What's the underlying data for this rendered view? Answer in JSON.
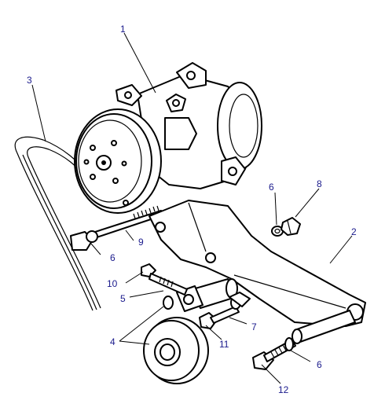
{
  "labels": {
    "l1": "1",
    "l2": "2",
    "l3": "3",
    "l4": "4",
    "l5": "5",
    "l6a": "6",
    "l6b": "6",
    "l6c": "6",
    "l7": "7",
    "l8": "8",
    "l9": "9",
    "l10": "10",
    "l11": "11",
    "l12": "12"
  },
  "colors": {
    "label_text": "#1a1a8c",
    "line_art": "#000000",
    "background": "#ffffff"
  }
}
